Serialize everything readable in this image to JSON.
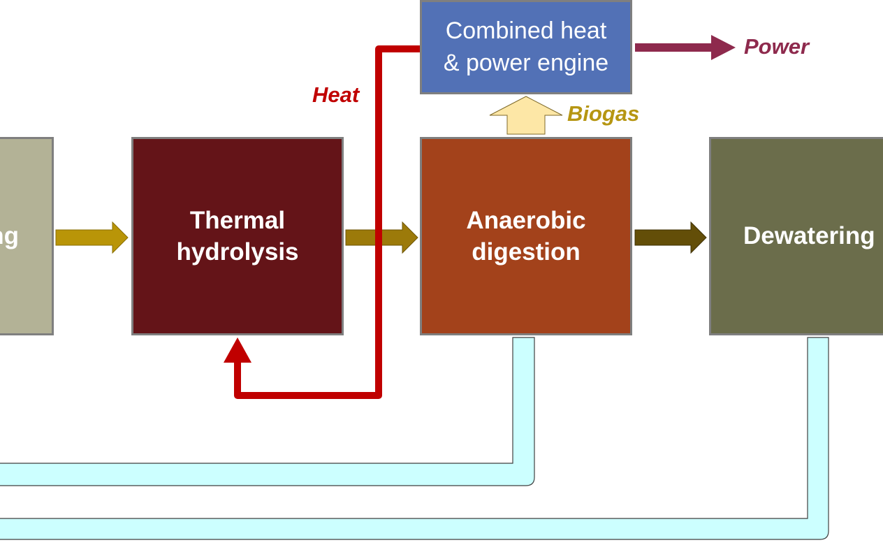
{
  "colors": {
    "previous_step_box": "#b3b296",
    "thermal_box": "#641418",
    "anaerobic_box": "#a3421b",
    "dewatering_box": "#6b6d4b",
    "chp_box": "#5271b6",
    "heat": "#c00000",
    "biogas": "#b69612",
    "biogas_arrow_fill": "#fde7a6",
    "power": "#8e2a4d",
    "arrow_1": "#b99508",
    "arrow_2": "#9c7a0a",
    "arrow_3": "#634e08",
    "return_pipe": "#ccffff"
  },
  "boxes": {
    "previous_step": {
      "label": "ng"
    },
    "thermal_hydrolysis": {
      "label": "Thermal\nhydrolysis"
    },
    "anaerobic_digestion": {
      "label": "Anaerobic\ndigestion"
    },
    "dewatering": {
      "label": "Dewatering"
    },
    "chp_engine": {
      "label": "Combined heat\n& power engine"
    }
  },
  "flows": {
    "heat": {
      "label": "Heat"
    },
    "biogas": {
      "label": "Biogas"
    },
    "power": {
      "label": "Power"
    }
  }
}
